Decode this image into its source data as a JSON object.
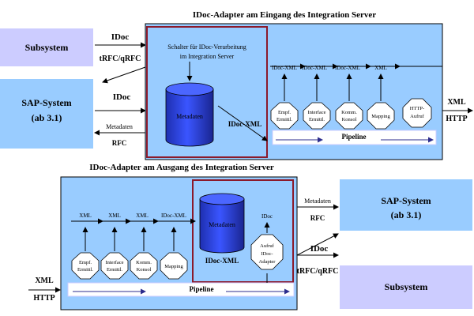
{
  "top": {
    "title": "IDoc-Adapter am Eingang des Integration Server",
    "switch_label": [
      "Schalter für IDoc-Verarbeitung",
      "im Integration Server"
    ],
    "metadata": "Metadaten",
    "idoc_xml_out": "IDoc-XML",
    "flow_labels": [
      "IDoc-XML",
      "IDoc-XML",
      "IDoc-XML",
      "XML"
    ],
    "steps": [
      [
        "Empf.",
        "Ermittl."
      ],
      [
        "Interface",
        "Ermittl."
      ],
      [
        "Komm.",
        "Konsol"
      ],
      [
        "Mapping"
      ],
      [
        "HTTP-",
        "Aufruf"
      ]
    ],
    "pipeline": "Pipeline",
    "out_xml": "XML",
    "out_http": "HTTP"
  },
  "top_left": {
    "subsystem": "Subsystem",
    "sap_line1": "SAP-System",
    "sap_line2": "(ab 3.1)",
    "idoc1": "IDoc",
    "trfc": "tRFC/qRFC",
    "idoc2": "IDoc",
    "metadaten": "Metadaten",
    "rfc": "RFC"
  },
  "bottom": {
    "title": "IDoc-Adapter am Ausgang des Integration Server",
    "in_xml": "XML",
    "in_http": "HTTP",
    "flow_labels": [
      "XML",
      "XML",
      "XML",
      "IDoc-XML"
    ],
    "steps": [
      [
        "Empf.",
        "Ermittl."
      ],
      [
        "Interface",
        "Ermittl."
      ],
      [
        "Komm.",
        "Konsol"
      ],
      [
        "Mapping"
      ]
    ],
    "pipeline": "Pipeline",
    "metadata": "Metadaten",
    "idoc_xml": "IDoc-XML",
    "idoc_label": "IDoc",
    "adapter_call": [
      "Aufruf",
      "IDoc-",
      "Adapter"
    ]
  },
  "bottom_right": {
    "metadaten": "Metadaten",
    "rfc": "RFC",
    "sap_line1": "SAP-System",
    "sap_line2": "(ab 3.1)",
    "idoc": "IDoc",
    "trfc": "tRFC/qRFC",
    "subsystem": "Subsystem"
  }
}
